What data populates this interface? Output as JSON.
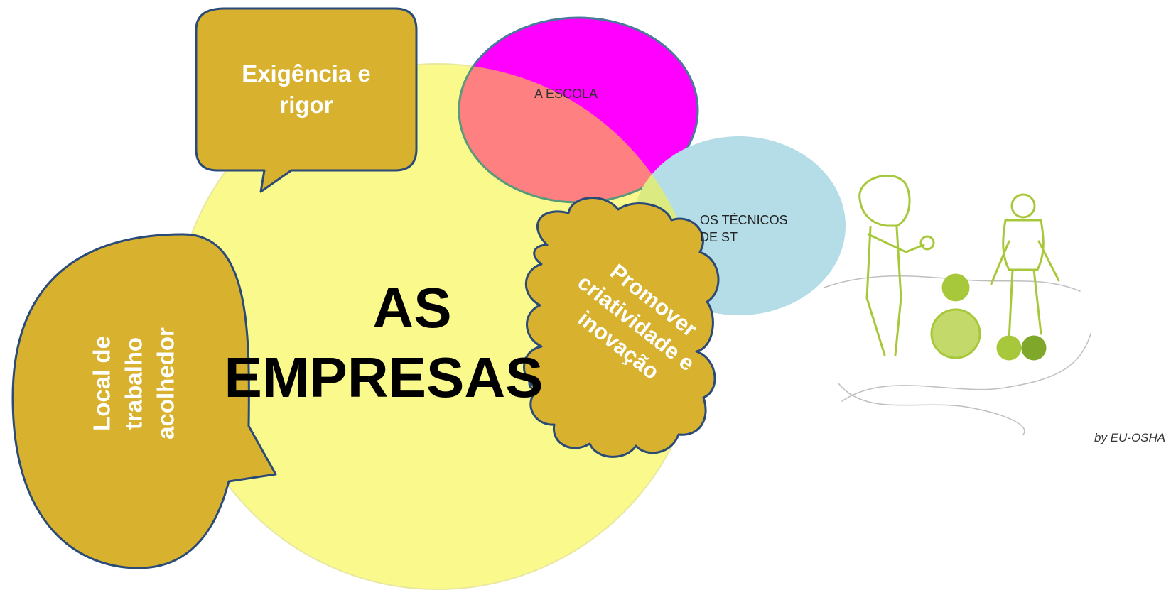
{
  "diagram": {
    "center_circle": {
      "label_line1": "AS",
      "label_line2": "EMPRESAS"
    },
    "escola_circle": {
      "label": "A ESCOLA"
    },
    "tecnicos_circle": {
      "label_line1": "OS TÉCNICOS",
      "label_line2": "DE ST"
    },
    "callout_top": {
      "line1": "Exigência e",
      "line2": "rigor"
    },
    "callout_left": {
      "line1": "Local de",
      "line2": "trabalho",
      "line3": "acolhedor"
    },
    "cloud": {
      "line1": "Promover",
      "line2": "criatividade e",
      "line3": "inovação"
    },
    "credit": "by EU-OSHA"
  },
  "colors": {
    "yellow": "#fafa8c",
    "magenta": "#ff00ff",
    "salmon": "#ff8080",
    "light_blue": "#b4dde8",
    "olive_gold": "#d8b12e",
    "navy_outline": "#2a4a78",
    "illustration_green": "#a8c83c"
  }
}
